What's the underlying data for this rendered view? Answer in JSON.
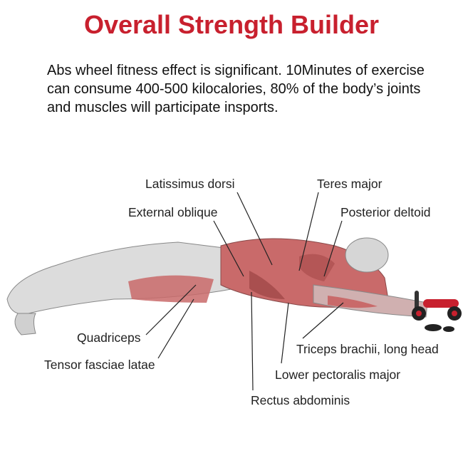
{
  "title": "Overall Strength Builder",
  "description": [
    "Abs wheel fitness effect is significant. 10Minutes of exercise",
    "can consume 400-500 kilocalories, 80% of the body’s joints",
    "and muscles will participate insports."
  ],
  "labels": {
    "latissimus": "Latissimus dorsi",
    "teres": "Teres major",
    "oblique": "External oblique",
    "deltoid": "Posterior deltoid",
    "quadriceps": "Quadriceps",
    "tensor": "Tensor fasciae latae",
    "triceps": "Triceps brachii, long head",
    "pectoralis": "Lower pectoralis major",
    "rectus": "Rectus abdominis"
  },
  "colors": {
    "title": "#c8202e",
    "muscle": "#c96a6a",
    "body": "#d9d9d9"
  }
}
